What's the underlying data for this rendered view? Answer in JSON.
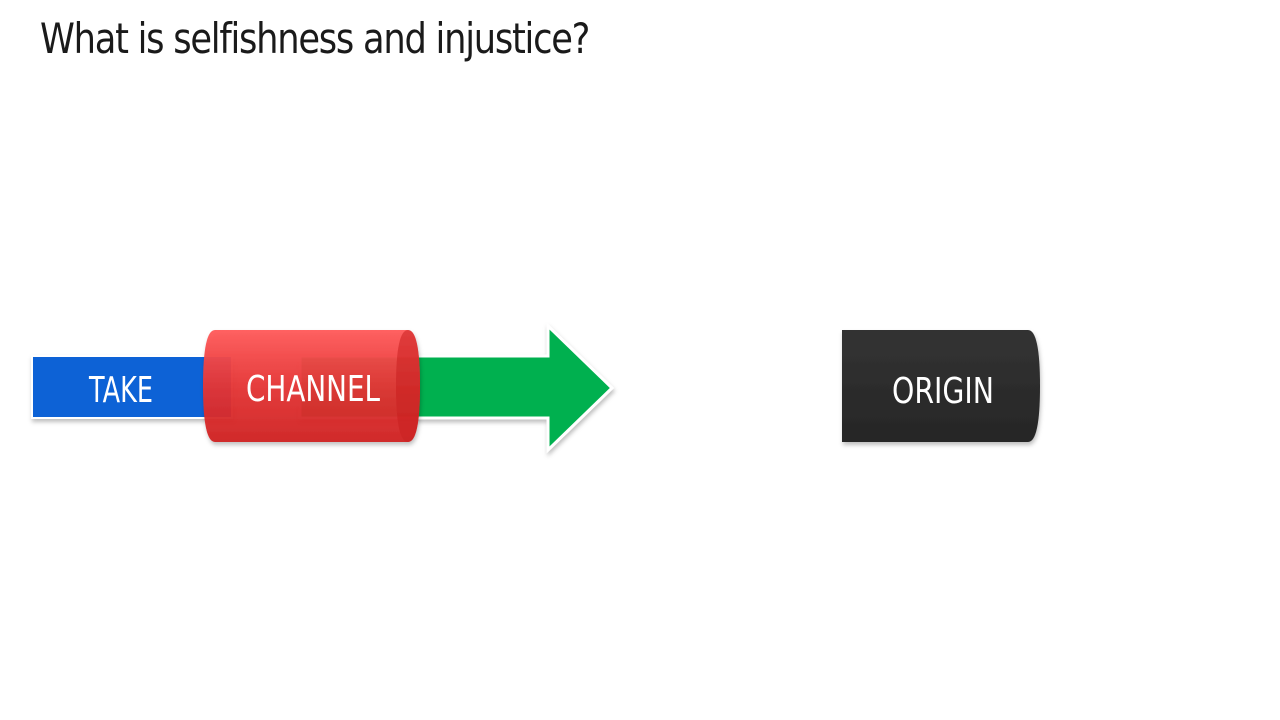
{
  "slide": {
    "title": "What is selfishness and injustice?"
  },
  "diagram": {
    "take_label": "TAKE",
    "channel_label": "CHANNEL",
    "origin_label": "ORIGIN",
    "colors": {
      "take": "#0f62d6",
      "channel": "#e02a2a",
      "arrow": "#00b050",
      "origin": "#2d2d2d",
      "label": "#ffffff"
    }
  }
}
